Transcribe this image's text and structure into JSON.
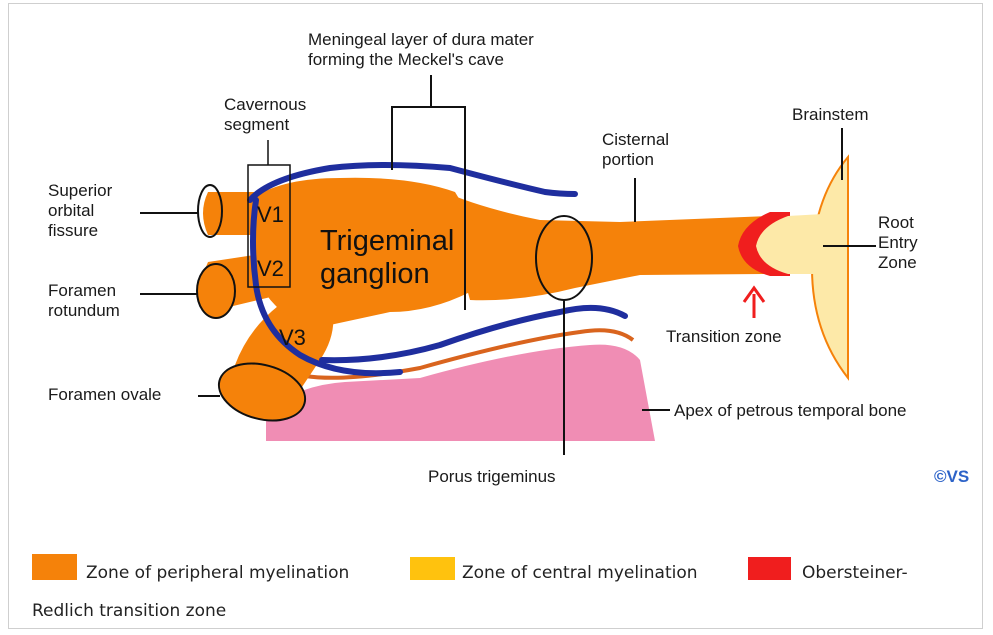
{
  "labels": {
    "meningeal_line1": "Meningeal layer of dura mater",
    "meningeal_line2": "forming the Meckel's cave",
    "cavernous_line1": "Cavernous",
    "cavernous_line2": "segment",
    "superior_line1": "Superior",
    "superior_line2": "orbital",
    "superior_line3": "fissure",
    "foramen_rotundum_line1": "Foramen",
    "foramen_rotundum_line2": "rotundum",
    "foramen_ovale": "Foramen ovale",
    "v1": "V1",
    "v2": "V2",
    "v3": "V3",
    "ganglion_line1": "Trigeminal",
    "ganglion_line2": "ganglion",
    "cisternal_line1": "Cisternal",
    "cisternal_line2": "portion",
    "brainstem": "Brainstem",
    "root_line1": "Root",
    "root_line2": "Entry",
    "root_line3": "Zone",
    "transition_zone": "Transition zone",
    "apex": "Apex of petrous temporal bone",
    "porus": "Porus trigeminus",
    "copyright": "©VS"
  },
  "legend": {
    "items": [
      {
        "label": "Zone of peripheral myelination",
        "color": "#F5820A"
      },
      {
        "label": "Zone of central myelination",
        "color": "#FFC20E"
      },
      {
        "label": "Obersteiner-",
        "color": "#F01E1E"
      }
    ],
    "wrap_text": "Redlich transition zone"
  },
  "colors": {
    "nerve": "#F5820A",
    "central": "#FDE9A8",
    "transition": "#F01E1E",
    "dura": "#1F2E9E",
    "bone": "#F08DB4",
    "periosteum": "#D9641E",
    "copyright": "#2D63C8"
  }
}
